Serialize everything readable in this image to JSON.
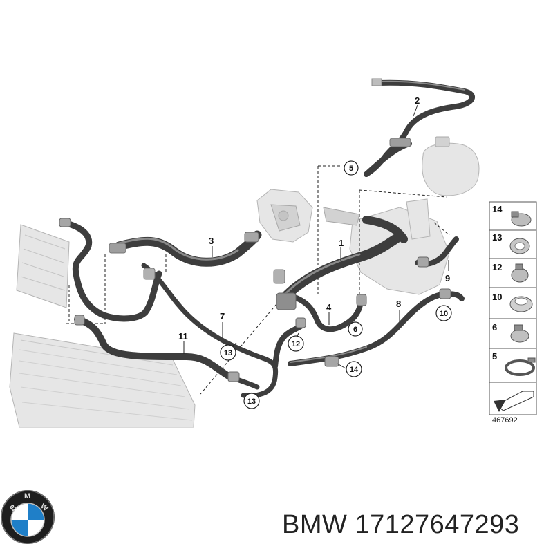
{
  "diagram": {
    "labels": [
      "1",
      "2",
      "3",
      "4",
      "5",
      "6",
      "7",
      "8",
      "9",
      "10",
      "11",
      "12",
      "13",
      "14"
    ],
    "circled_labels": [
      "5",
      "6",
      "10",
      "12",
      "13",
      "14"
    ],
    "legend_items": [
      "14",
      "13",
      "12",
      "10",
      "6",
      "5"
    ],
    "reference_number": "467692"
  },
  "logo": {
    "brand_text": "BMW"
  },
  "caption": {
    "brand": "BMW",
    "part_number": "17127647293"
  }
}
